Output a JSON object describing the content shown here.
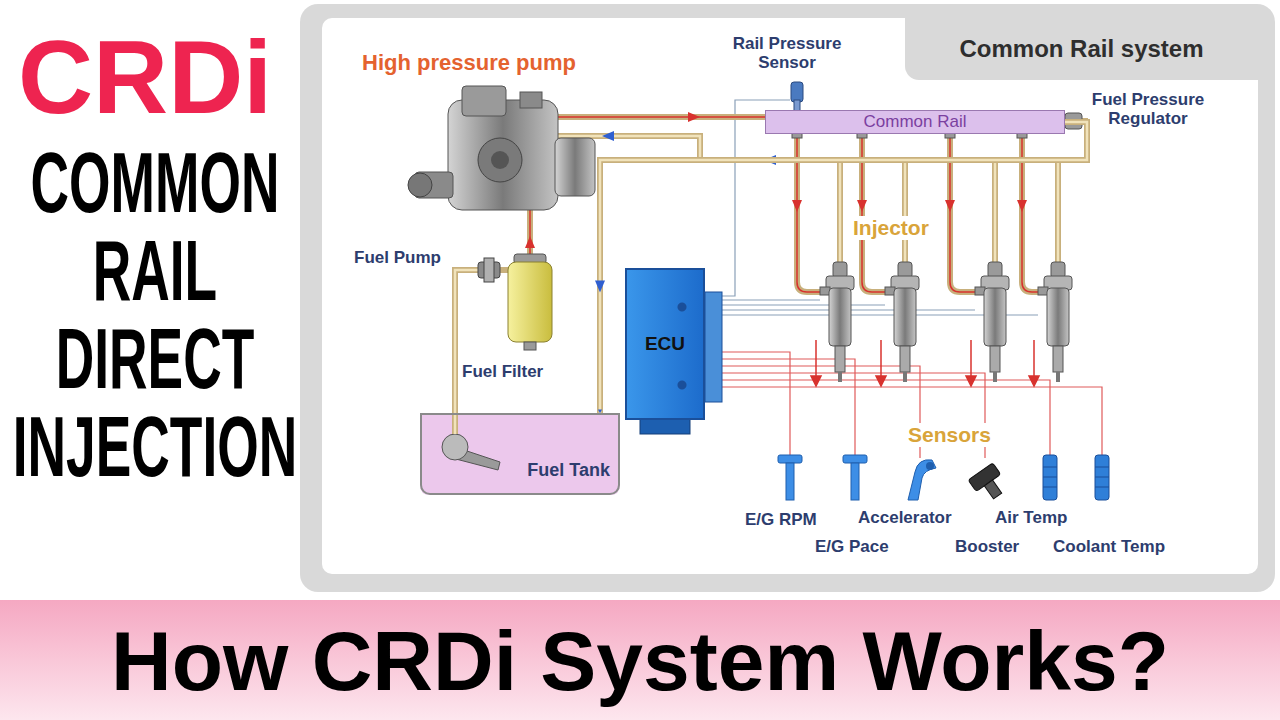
{
  "diagram": {
    "title": "CRDi",
    "caption": "How CRDi System Works?",
    "nodes": [
      {
        "text": [
          "Common Rail system"
        ]
      },
      {
        "text": [
          "Common Rail"
        ]
      },
      {
        "text": [
          "ECU"
        ]
      },
      {
        "text": [
          "Fuel Tank"
        ]
      }
    ],
    "edges": [
      {
        "from": 1,
        "to": 3,
        "arrow": "to"
      }
    ],
    "labels": [
      "COMMON RAIL DIRECT INJECTION",
      "High pressure pump",
      "Rail Pressure Sensor",
      "Fuel Pressure Regulator",
      "Injector",
      "Fuel Pump",
      "Fuel Filter",
      "Sensors",
      "E/G RPM",
      "E/G Pace",
      "Accelerator",
      "Air Temp",
      "Booster",
      "Coolant Temp"
    ]
  }
}
